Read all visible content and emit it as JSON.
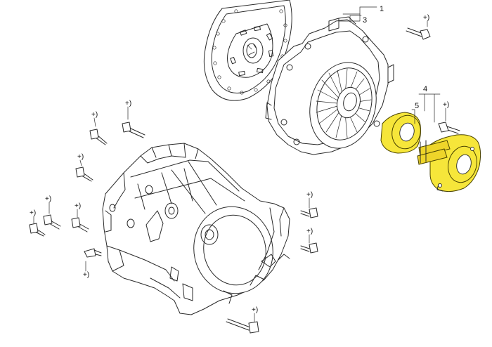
{
  "callouts": {
    "c1": "1",
    "c3": "3",
    "c4": "4",
    "c5": "5"
  },
  "note_marker": "+)",
  "colors": {
    "highlight": "#f6e63a",
    "line": "#2a2a2a",
    "background": "#ffffff"
  }
}
